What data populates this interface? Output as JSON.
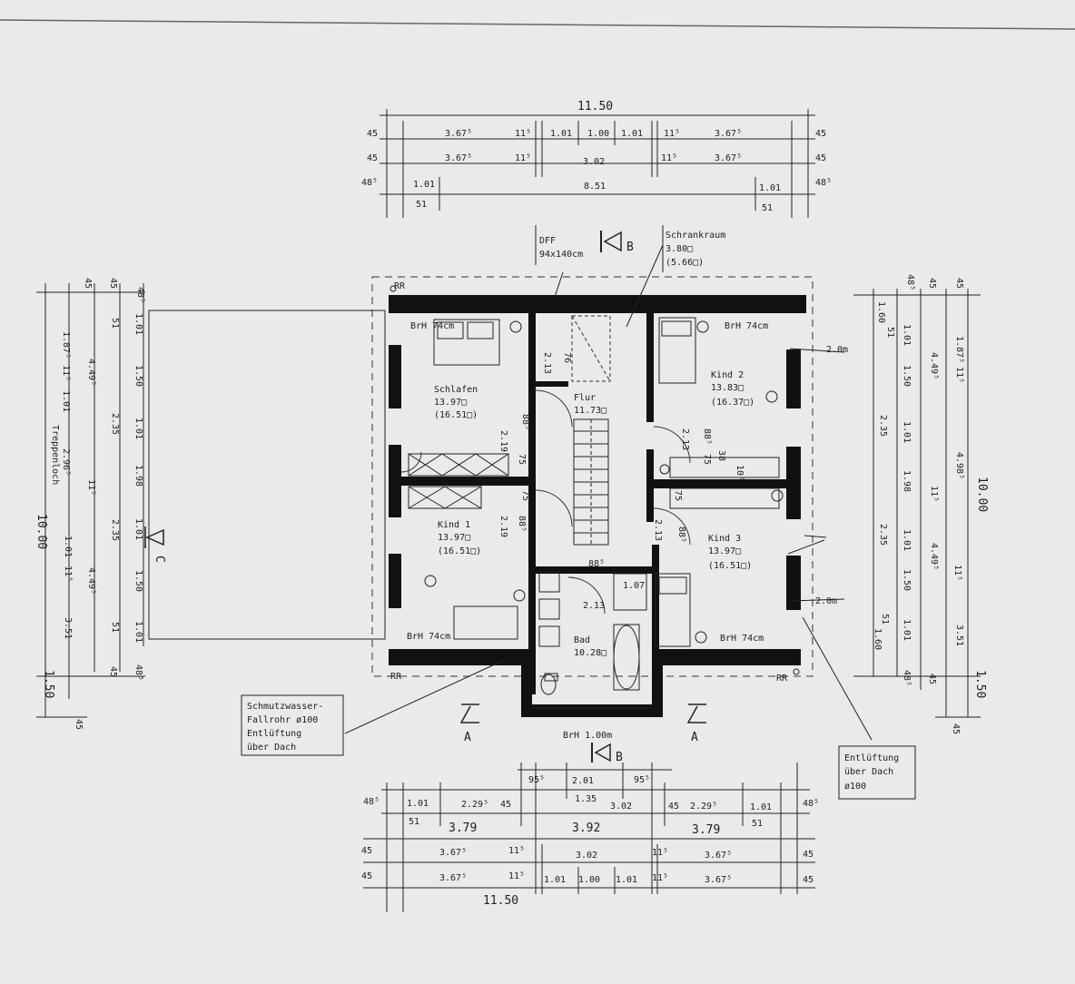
{
  "top_dims": {
    "total": "11.50",
    "r1": [
      "45",
      "3.67⁵",
      "11⁵",
      "1.01",
      "1.00",
      "1.01",
      "11⁵",
      "3.67⁵",
      "45"
    ],
    "r2": [
      "45",
      "3.67⁵",
      "11⁵",
      "3.02",
      "11⁵",
      "3.67⁵",
      "45"
    ],
    "r3": [
      "48⁵",
      "1.01",
      "8.51",
      "1.01",
      "48⁵"
    ],
    "r3b": [
      "51",
      "51"
    ]
  },
  "bottom_dims": {
    "r1": [
      "48⁵",
      "1.01",
      "2.29⁵",
      "45",
      "95⁵",
      "2.01",
      "95⁵",
      "3.02",
      "45",
      "2.29⁵",
      "1.01",
      "48⁵"
    ],
    "r1b": [
      "51",
      "1.35",
      "51"
    ],
    "r2": [
      "3.79",
      "3.92",
      "3.79"
    ],
    "r3": [
      "45",
      "3.67⁵",
      "11⁵",
      "3.02",
      "11⁵",
      "3.67⁵",
      "45"
    ],
    "r4": [
      "45",
      "3.67⁵",
      "11⁵",
      "1.01",
      "1.00",
      "1.01",
      "11⁵",
      "3.67⁵",
      "45"
    ],
    "total": "11.50"
  },
  "left_dims": {
    "c1": [
      "48⁵",
      "1.01",
      "1.50",
      "1.01",
      "1.98",
      "1.01",
      "1.50",
      "1.01",
      "48⁵"
    ],
    "c2": [
      "45",
      "51",
      "2.35",
      "2.35",
      "51",
      "45"
    ],
    "c3": [
      "45",
      "4.49⁵",
      "11⁵",
      "4.49⁵"
    ],
    "c4": [
      "1.87⁵",
      "11⁵",
      "1.01",
      "2.96⁵",
      "1.01",
      "11⁵",
      "3.51"
    ],
    "treppe": "Treppenloch",
    "total": "10.00",
    "bottom": "1.50",
    "c3b": "45"
  },
  "right_dims": {
    "c1": [
      "48⁵",
      "1.01",
      "1.50",
      "1.01",
      "1.98",
      "1.01",
      "1.50",
      "1.01",
      "48⁵"
    ],
    "c1b": [
      "1.60",
      "51",
      "2.35",
      "2.35",
      "51",
      "1.60"
    ],
    "c2": [
      "45",
      "4.49⁵",
      "11⁵",
      "4.49⁵",
      "45"
    ],
    "c3": [
      "45",
      "1.87⁵",
      "11⁵",
      "4.98⁵",
      "11⁵",
      "3.51"
    ],
    "total": "10.00",
    "bottom": "1.50",
    "c3b": "45"
  },
  "rooms": {
    "schlafen": {
      "name": "Schlafen",
      "area": "13.97□",
      "area2": "(16.51□)"
    },
    "flur": {
      "name": "Flur",
      "area": "11.73□"
    },
    "kind2": {
      "name": "Kind 2",
      "area": "13.83□",
      "area2": "(16.37□)"
    },
    "kind1": {
      "name": "Kind 1",
      "area": "13.97□",
      "area2": "(16.51□)"
    },
    "kind3": {
      "name": "Kind 3",
      "area": "13.97□",
      "area2": "(16.51□)"
    },
    "bad": {
      "name": "Bad",
      "area": "10.28□"
    },
    "schrank": {
      "name": "Schrankraum",
      "area": "3.80□",
      "area2": "(5.66□)"
    }
  },
  "labels": {
    "dff": "DFF",
    "dff_size": "94x140cm",
    "brh_tl": "BrH 74cm",
    "brh_tr": "BrH 74cm",
    "brh_bl": "BrH 74cm",
    "brh_br": "BrH 74cm",
    "brh_bottom": "BrH 1.00m",
    "rr_tl": "RR",
    "rr_bl": "RR",
    "rr_br": "RR",
    "section_a": "A",
    "section_b": "B",
    "section_c": "C",
    "two_m_top": "2.0m",
    "two_m_bot": "2.0m",
    "d213a": "2.13",
    "d213b": "2.13",
    "d213c": "2.13",
    "d213d": "2.13",
    "d88a": "88⁵",
    "d88b": "88⁵",
    "d88c": "88⁵",
    "d88d": "88⁵",
    "d88e": "88⁵",
    "d75a": "75",
    "d75b": "75",
    "d75c": "75",
    "d75d": "75",
    "d76": "76",
    "d38": "38",
    "d10": "10⁵",
    "d107": "1.07",
    "d219": "2.19",
    "d219b": "2.19"
  },
  "notes": {
    "schmutz": [
      "Schmutzwasser-",
      "Fallrohr ø100",
      "Entlüftung",
      "über Dach"
    ],
    "entl": [
      "Entlüftung",
      "über Dach",
      "ø100"
    ]
  }
}
